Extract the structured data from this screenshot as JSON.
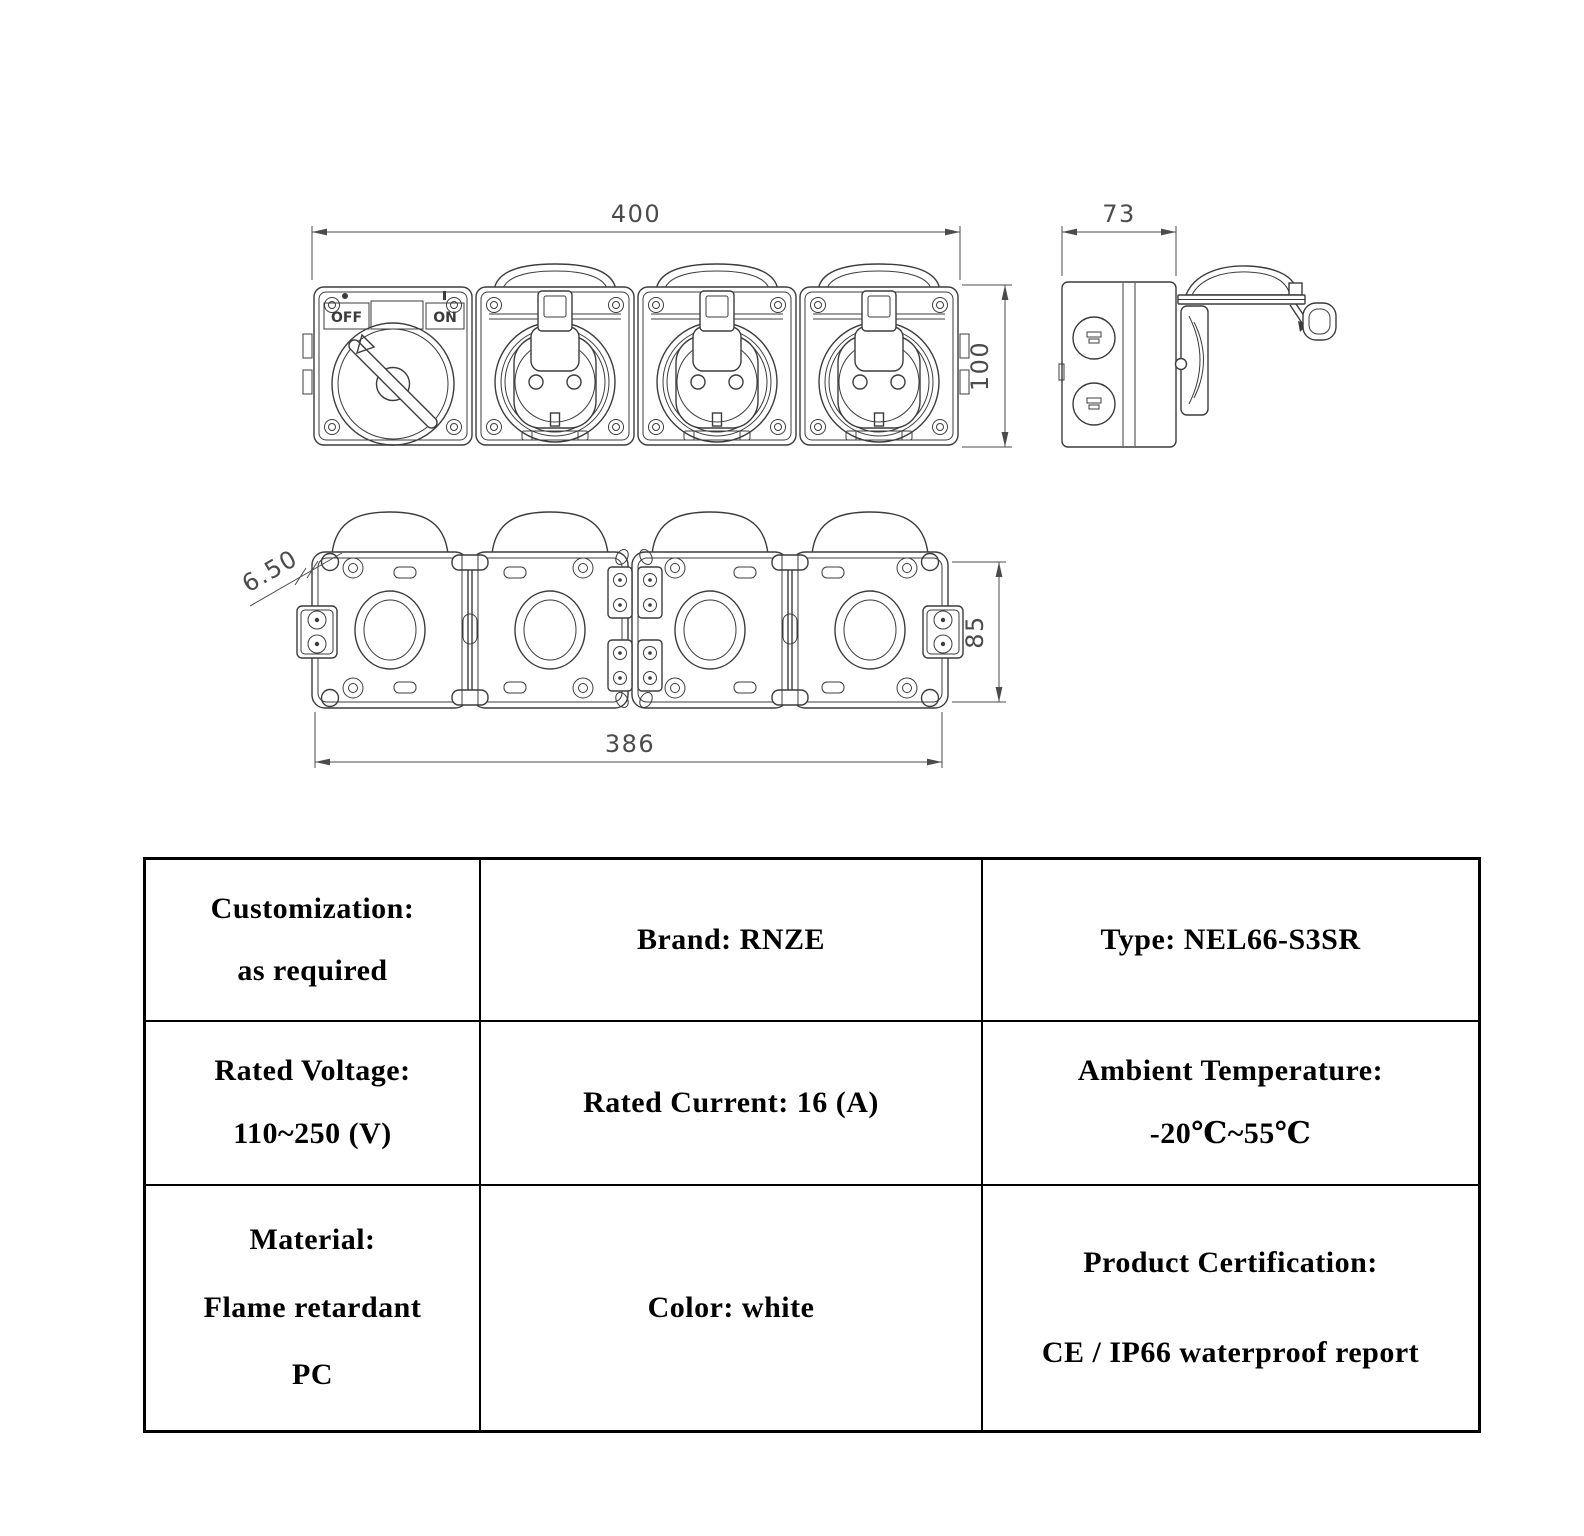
{
  "drawing": {
    "front_view": {
      "width_dim": "400",
      "height_dim": "100",
      "off_label": "OFF",
      "on_label": "ON"
    },
    "side_view": {
      "depth_dim": "73"
    },
    "back_view": {
      "hole_dim": "6.50",
      "width_dim": "386",
      "height_dim": "85"
    }
  },
  "spec_table": {
    "customization_label": "Customization:",
    "customization_value": "as required",
    "brand": "Brand:  RNZE",
    "type": "Type:  NEL66-S3SR",
    "rated_voltage_label": "Rated Voltage:",
    "rated_voltage_value": "110~250 (V)",
    "rated_current": "Rated Current:  16 (A)",
    "ambient_temperature_label": "Ambient Temperature:",
    "ambient_temperature_value": "-20℃~55℃",
    "material_label": "Material:",
    "material_value_1": "Flame retardant",
    "material_value_2": "PC",
    "color": "Color: white",
    "certification_label": "Product Certification:",
    "certification_value": "CE / IP66 waterproof report"
  },
  "colors": {
    "line": "#3c3c3c",
    "dimension": "#4b4b4b",
    "table_border": "#000000",
    "table_text": "#000000",
    "background": "#ffffff"
  }
}
